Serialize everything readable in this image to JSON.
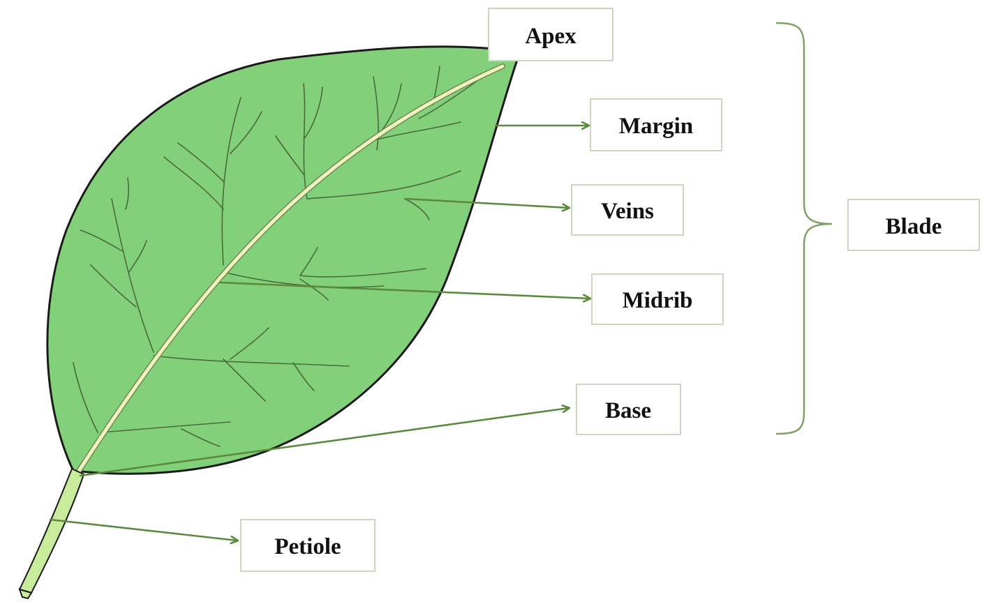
{
  "colors": {
    "leaf_fill": "#82d17a",
    "leaf_outline": "#1a1a1a",
    "midrib": "#f0f3c0",
    "petiole": "#c9ec9c",
    "vein": "#4a6a3c",
    "arrow": "#5b8a3f",
    "bracket": "#7fa068",
    "label_border": "#c9d6c0",
    "label_text": "#111111"
  },
  "labels": {
    "apex": "Apex",
    "margin": "Margin",
    "veins": "Veins",
    "midrib": "Midrib",
    "base": "Base",
    "petiole": "Petiole",
    "blade": "Blade"
  }
}
